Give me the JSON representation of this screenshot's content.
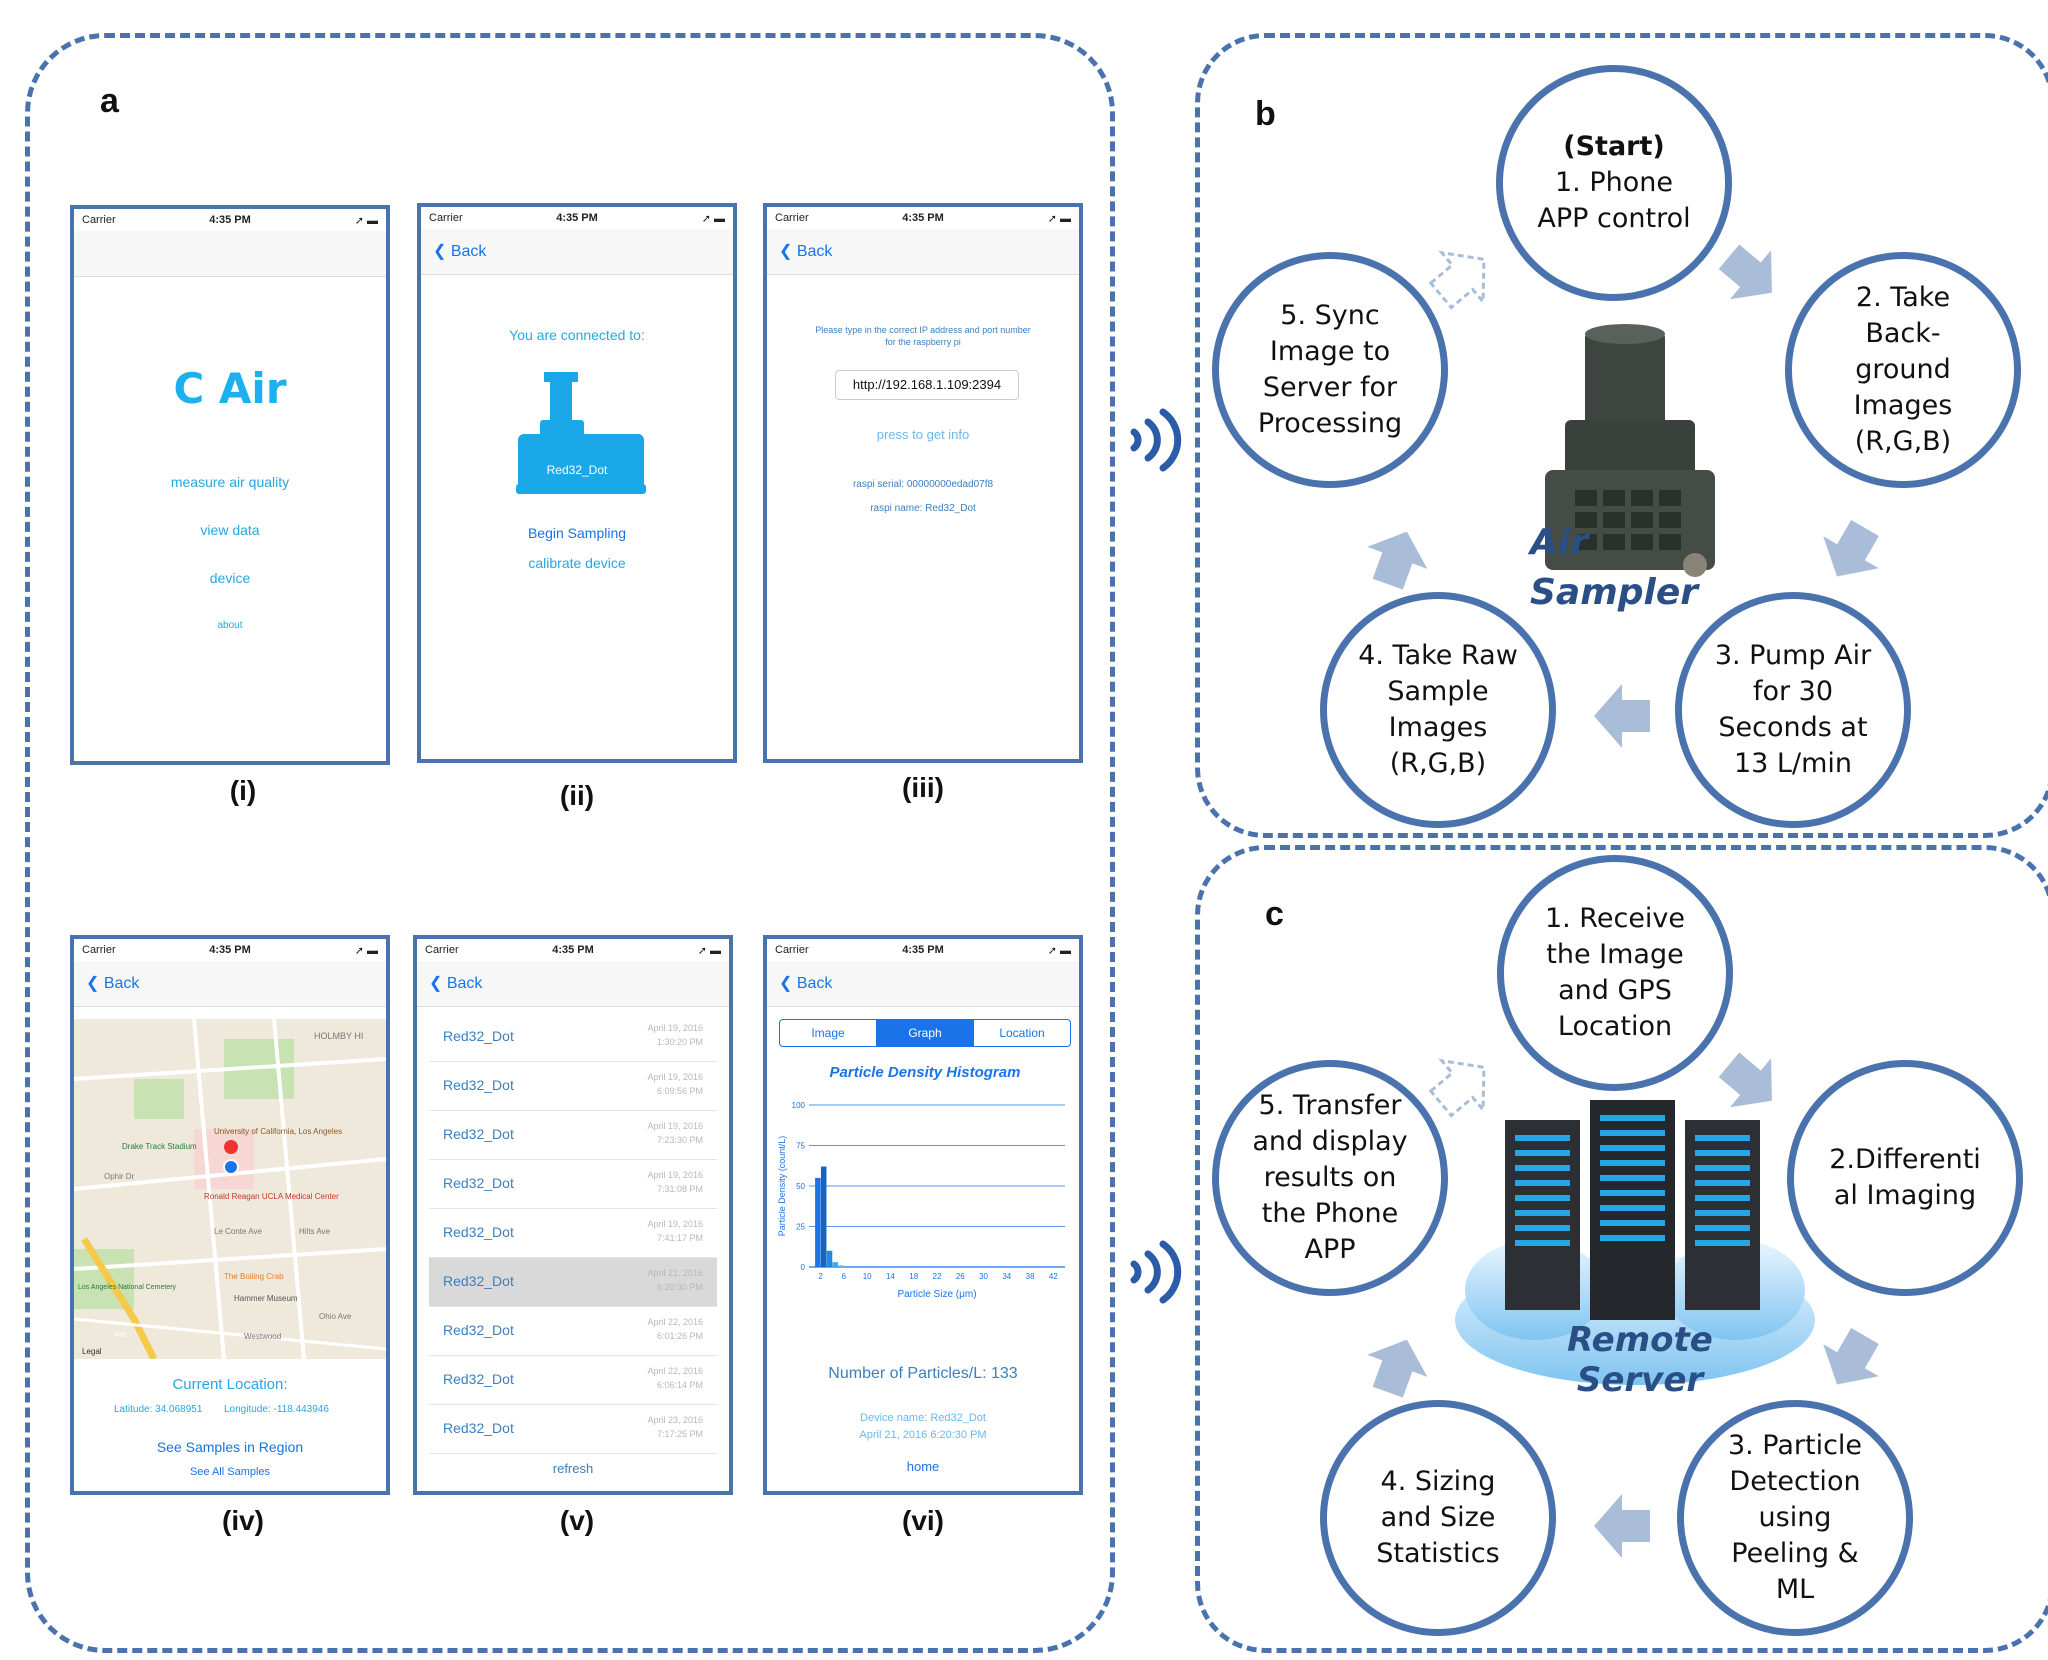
{
  "panels": {
    "a": {
      "letter": "a"
    },
    "b": {
      "letter": "b"
    },
    "c": {
      "letter": "c"
    }
  },
  "status_bar": {
    "carrier": "Carrier",
    "time": "4:35 PM"
  },
  "phone_captions": [
    "(i)",
    "(ii)",
    "(iii)",
    "(iv)",
    "(v)",
    "(vi)"
  ],
  "screen_i": {
    "logo": "C Air",
    "menu": [
      "measure air quality",
      "view data",
      "device",
      "about"
    ]
  },
  "screen_ii": {
    "back": "Back",
    "connected": "You are connected to:",
    "device_name": "Red32_Dot",
    "begin": "Begin Sampling",
    "calibrate": "calibrate device"
  },
  "screen_iii": {
    "back": "Back",
    "instruction_line1": "Please type in the correct IP address and port number",
    "instruction_line2": "for the raspberry pi",
    "ip_value": "http://192.168.1.109:2394",
    "press": "press to get info",
    "serial": "raspi serial: 00000000edad07f8",
    "name": "raspi name: Red32_Dot"
  },
  "screen_iv": {
    "back": "Back",
    "map_labels": [
      "HOLMBY HI",
      "Drake Track Stadium",
      "University of California, Los Angeles",
      "Ophir Dr",
      "Ronald Reagan UCLA Medical Center",
      "Le Conte Ave",
      "Hilts Ave",
      "The Boiling Crab",
      "Los Angeles National Cemetery",
      "Hammer Museum",
      "Westwood",
      "Ohio Ave",
      "Legal",
      "405"
    ],
    "current": "Current Location:",
    "lat": "Latitude: 34.068951",
    "lon": "Longitude: -118.443946",
    "see_region": "See Samples in Region",
    "see_all": "See All Samples"
  },
  "screen_v": {
    "back": "Back",
    "rows": [
      {
        "name": "Red32_Dot",
        "date": "April 19, 2016",
        "time": "1:30:20 PM"
      },
      {
        "name": "Red32_Dot",
        "date": "April 19, 2016",
        "time": "6:09:56 PM"
      },
      {
        "name": "Red32_Dot",
        "date": "April 19, 2016",
        "time": "7:23:30 PM"
      },
      {
        "name": "Red32_Dot",
        "date": "April 19, 2016",
        "time": "7:31:08 PM"
      },
      {
        "name": "Red32_Dot",
        "date": "April 19, 2016",
        "time": "7:41:17 PM"
      },
      {
        "name": "Red32_Dot",
        "date": "April 21, 2016",
        "time": "6:20:30 PM"
      },
      {
        "name": "Red32_Dot",
        "date": "April 22, 2016",
        "time": "6:01:26 PM"
      },
      {
        "name": "Red32_Dot",
        "date": "April 22, 2016",
        "time": "6:06:14 PM"
      },
      {
        "name": "Red32_Dot",
        "date": "April 23, 2016",
        "time": "7:17:25 PM"
      }
    ],
    "selected_row": 5,
    "refresh": "refresh"
  },
  "screen_vi": {
    "back": "Back",
    "tabs": [
      "Image",
      "Graph",
      "Location"
    ],
    "active_tab": 1,
    "particles": "Number of Particles/L: 133",
    "device_name": "Device name: Red32_Dot",
    "device_date": "April 21, 2016  6:20:30 PM",
    "home": "home"
  },
  "chart_data": {
    "type": "bar",
    "title": "Particle Density Histogram",
    "xlabel": "Particle Size (μm)",
    "ylabel": "Particle Density (count/L)",
    "xticks": [
      "2",
      "6",
      "10",
      "14",
      "18",
      "22",
      "26",
      "30",
      "34",
      "38",
      "42"
    ],
    "yticks": [
      "0",
      "25",
      "50",
      "75",
      "100"
    ],
    "ylim": [
      0,
      100
    ],
    "xlim": [
      0,
      44
    ],
    "bars": [
      {
        "x": 2,
        "value": 55
      },
      {
        "x": 3,
        "value": 62
      },
      {
        "x": 4,
        "value": 10
      },
      {
        "x": 5,
        "value": 3
      },
      {
        "x": 6,
        "value": 1
      }
    ]
  },
  "flow_b": {
    "steps": [
      {
        "id": "b1",
        "text": "(Start)\n1. Phone\nAPP control"
      },
      {
        "id": "b2",
        "text": "2. Take\nBack-\nground\nImages\n(R,G,B)"
      },
      {
        "id": "b3",
        "text": "3. Pump Air\nfor 30\nSeconds at\n13 L/min"
      },
      {
        "id": "b4",
        "text": "4. Take Raw\nSample\nImages\n(R,G,B)"
      },
      {
        "id": "b5",
        "text": "5. Sync\nImage to\nServer for\nProcessing"
      }
    ],
    "center_label_1": "Air",
    "center_label_2": "Sampler"
  },
  "flow_c": {
    "steps": [
      {
        "id": "c1",
        "text": "1. Receive\nthe Image\nand GPS\nLocation"
      },
      {
        "id": "c2",
        "text": "2.Differenti\nal Imaging"
      },
      {
        "id": "c3",
        "text": "3. Particle\nDetection\nusing\nPeeling &\nML"
      },
      {
        "id": "c4",
        "text": "4. Sizing\nand Size\nStatistics"
      },
      {
        "id": "c5",
        "text": "5. Transfer\nand display\nresults on\nthe Phone\nAPP"
      }
    ],
    "center_label": "Remote Server"
  },
  "colors": {
    "frame": "#4a73ad",
    "arrow": "#a9bdd9",
    "app_blue": "#24a8e0",
    "ios_blue": "#1a73e8",
    "label_blue": "#2a4f86"
  }
}
